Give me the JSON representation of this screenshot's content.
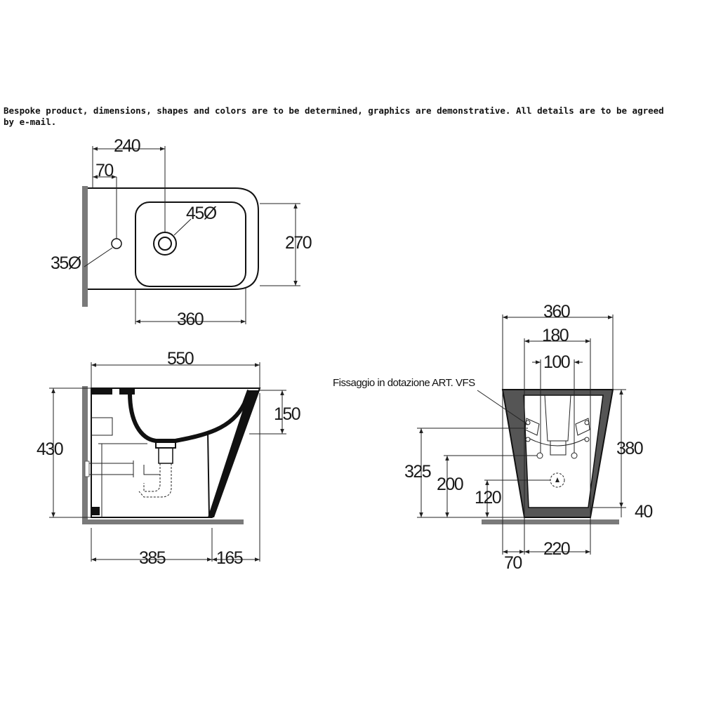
{
  "disclaimer": "Bespoke product, dimensions, shapes and colors are to be determined, graphics are demonstrative. All details are to be agreed by e-mail.",
  "top_view": {
    "dim_width_to_drain": "240",
    "dim_tap_offset": "70",
    "dim_drain_diameter": "45Ø",
    "dim_tap_diameter": "35Ø",
    "dim_depth": "270",
    "dim_basin_width": "360"
  },
  "side_view": {
    "dim_length": "550",
    "dim_height": "430",
    "dim_rim_depth": "150",
    "dim_base_front": "385",
    "dim_base_back": "165"
  },
  "rear_view": {
    "dim_top_width": "360",
    "dim_fixing_spacing": "180",
    "dim_inner_spacing": "100",
    "fixing_note": "Fissaggio in dotazione ART. VFS",
    "dim_height": "380",
    "dim_upper_fixing": "325",
    "dim_lower_fixing": "200",
    "dim_drain_height": "120",
    "dim_base_height": "40",
    "dim_base_offset": "70",
    "dim_base_width": "220"
  },
  "colors": {
    "line": "#111111",
    "wall": "#7a7a7a",
    "fill_dark": "#555555"
  }
}
